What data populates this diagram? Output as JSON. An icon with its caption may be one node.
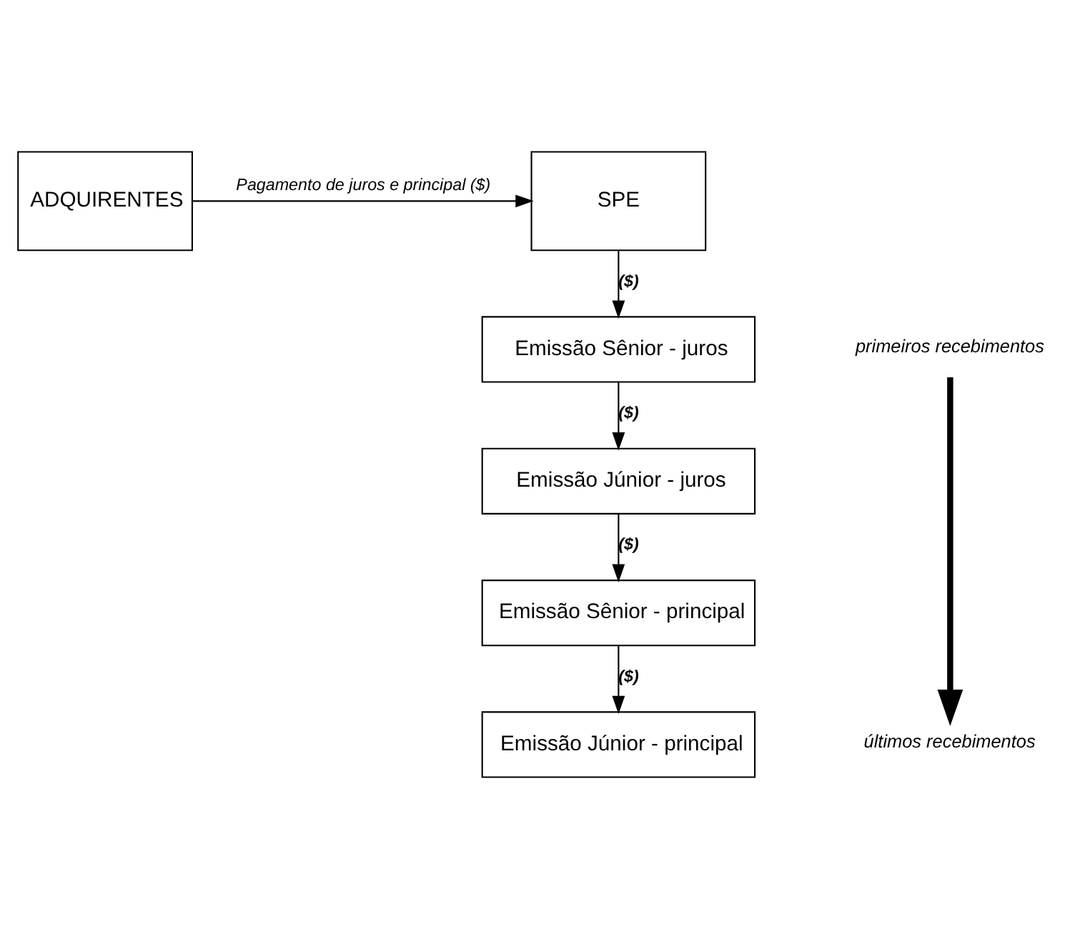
{
  "diagram": {
    "nodes": [
      {
        "text": [
          "ADQUIRENTES"
        ]
      },
      {
        "text": [
          "SPE"
        ]
      },
      {
        "text": [
          "Emissão Sênior - juros"
        ]
      },
      {
        "text": [
          "Emissão Júnior - juros"
        ]
      },
      {
        "text": [
          "Emissão Sênior - principal"
        ]
      },
      {
        "text": [
          "Emissão Júnior - principal"
        ]
      },
      {
        "text": [
          "primeiros recebimentos"
        ]
      },
      {
        "text": [
          "últimos recebimentos"
        ]
      }
    ],
    "edges": [
      {
        "from": 0,
        "to": 1,
        "arrow": "to",
        "label": "Pagamento de juros e principal ($)"
      },
      {
        "from": 1,
        "to": 2,
        "arrow": "to",
        "label": "($)"
      },
      {
        "from": 2,
        "to": 3,
        "arrow": "to",
        "label": "($)"
      },
      {
        "from": 3,
        "to": 4,
        "arrow": "to",
        "label": "($)"
      },
      {
        "from": 4,
        "to": 5,
        "arrow": "to",
        "label": "($)"
      },
      {
        "from": 6,
        "to": 7,
        "arrow": "to",
        "style": "thick"
      }
    ]
  }
}
